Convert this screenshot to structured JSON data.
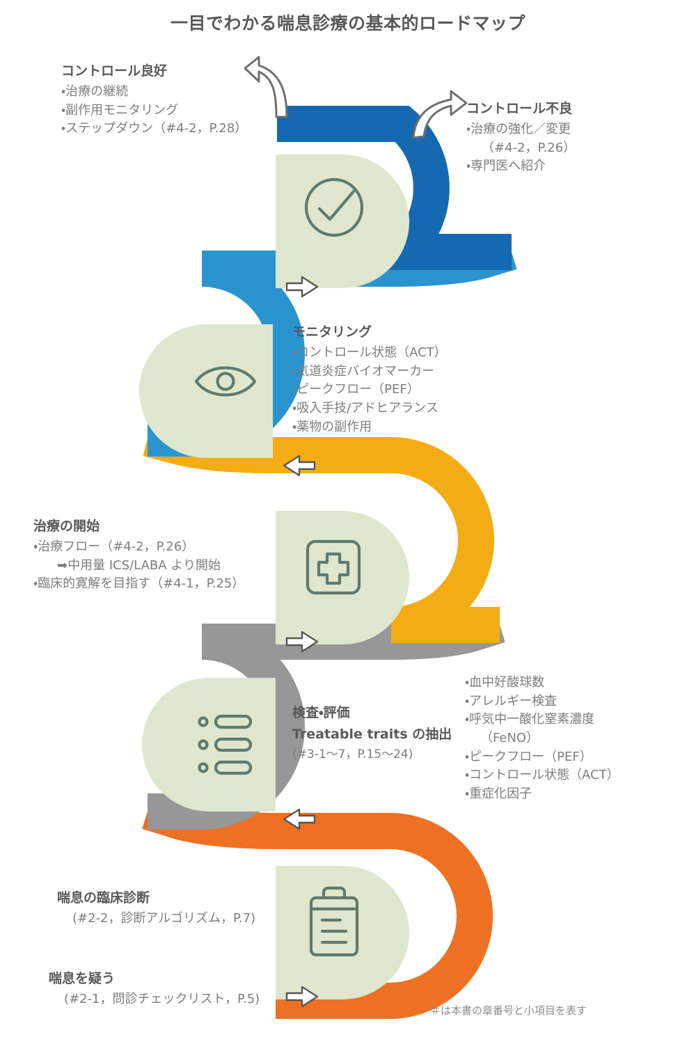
{
  "title": "一目でわかる喘息診療の基本的ロードマップ",
  "colors": {
    "dark_blue": "#1569B0",
    "light_blue": "#2A94CE",
    "amber": "#F4AC14",
    "gray": "#979797",
    "orange": "#EE7023",
    "tile_green": "#DEE7CE",
    "icon_stroke": "#5F7A6E",
    "text_gray": "#7C7D7F",
    "heading_gray": "#58595B"
  },
  "nodes": {
    "good_control": {
      "heading": "コントロール良好",
      "items": [
        "・治療の継続",
        "・副作用モニタリング",
        "・ステップダウン（#4-2，P.28）"
      ]
    },
    "bad_control": {
      "heading": "コントロール不良",
      "items": [
        "・治療の強化／変更",
        "（#4-2，P.26）",
        "・専門医へ紹介"
      ]
    },
    "monitoring": {
      "heading": "モニタリング",
      "items": [
        "・コントロール状態（ACT）",
        "・気道炎症バイオマーカー",
        "・ピークフロー（PEF）",
        "・吸入手技/アドヒアランス",
        "・薬物の副作用"
      ]
    },
    "treatment_start": {
      "heading": "治療の開始",
      "items": [
        "・治療フロー（#4-2，P.26）",
        "➡中用量 ICS/LABA より開始",
        "・臨床的寛解を目指す（#4-1，P.25）"
      ]
    },
    "exam_eval": {
      "heading": "検査・評価",
      "line2": "Treatable traits の抽出",
      "ref": "(#3-1〜7，P.15〜24)"
    },
    "exam_list": {
      "items": [
        "・血中好酸球数",
        "・アレルギー検査",
        "・呼気中一酸化窒素濃度",
        "（FeNO）",
        "・ピークフロー（PEF）",
        "・コントロール状態（ACT）",
        "・重症化因子"
      ]
    },
    "clinical_diagnosis": {
      "heading": "喘息の臨床診断",
      "ref": "(#2-2，診断アルゴリズム，P.7)"
    },
    "suspect_asthma": {
      "heading": "喘息を疑う",
      "ref": "(#2-1，問診チェックリスト，P.5)"
    }
  },
  "footnote": "＃は本書の章番号と小項目を表す",
  "icons": {
    "check": "check-circle-icon",
    "eye": "eye-icon",
    "cross": "medical-cross-icon",
    "list": "bulleted-list-icon",
    "clipboard": "clipboard-icon",
    "arrow_right": "arrow-right-icon",
    "arrow_left": "arrow-left-icon",
    "curved_arrow_up_left": "curved-arrow-up-left-icon",
    "curved_arrow_up_right": "curved-arrow-up-right-icon"
  }
}
